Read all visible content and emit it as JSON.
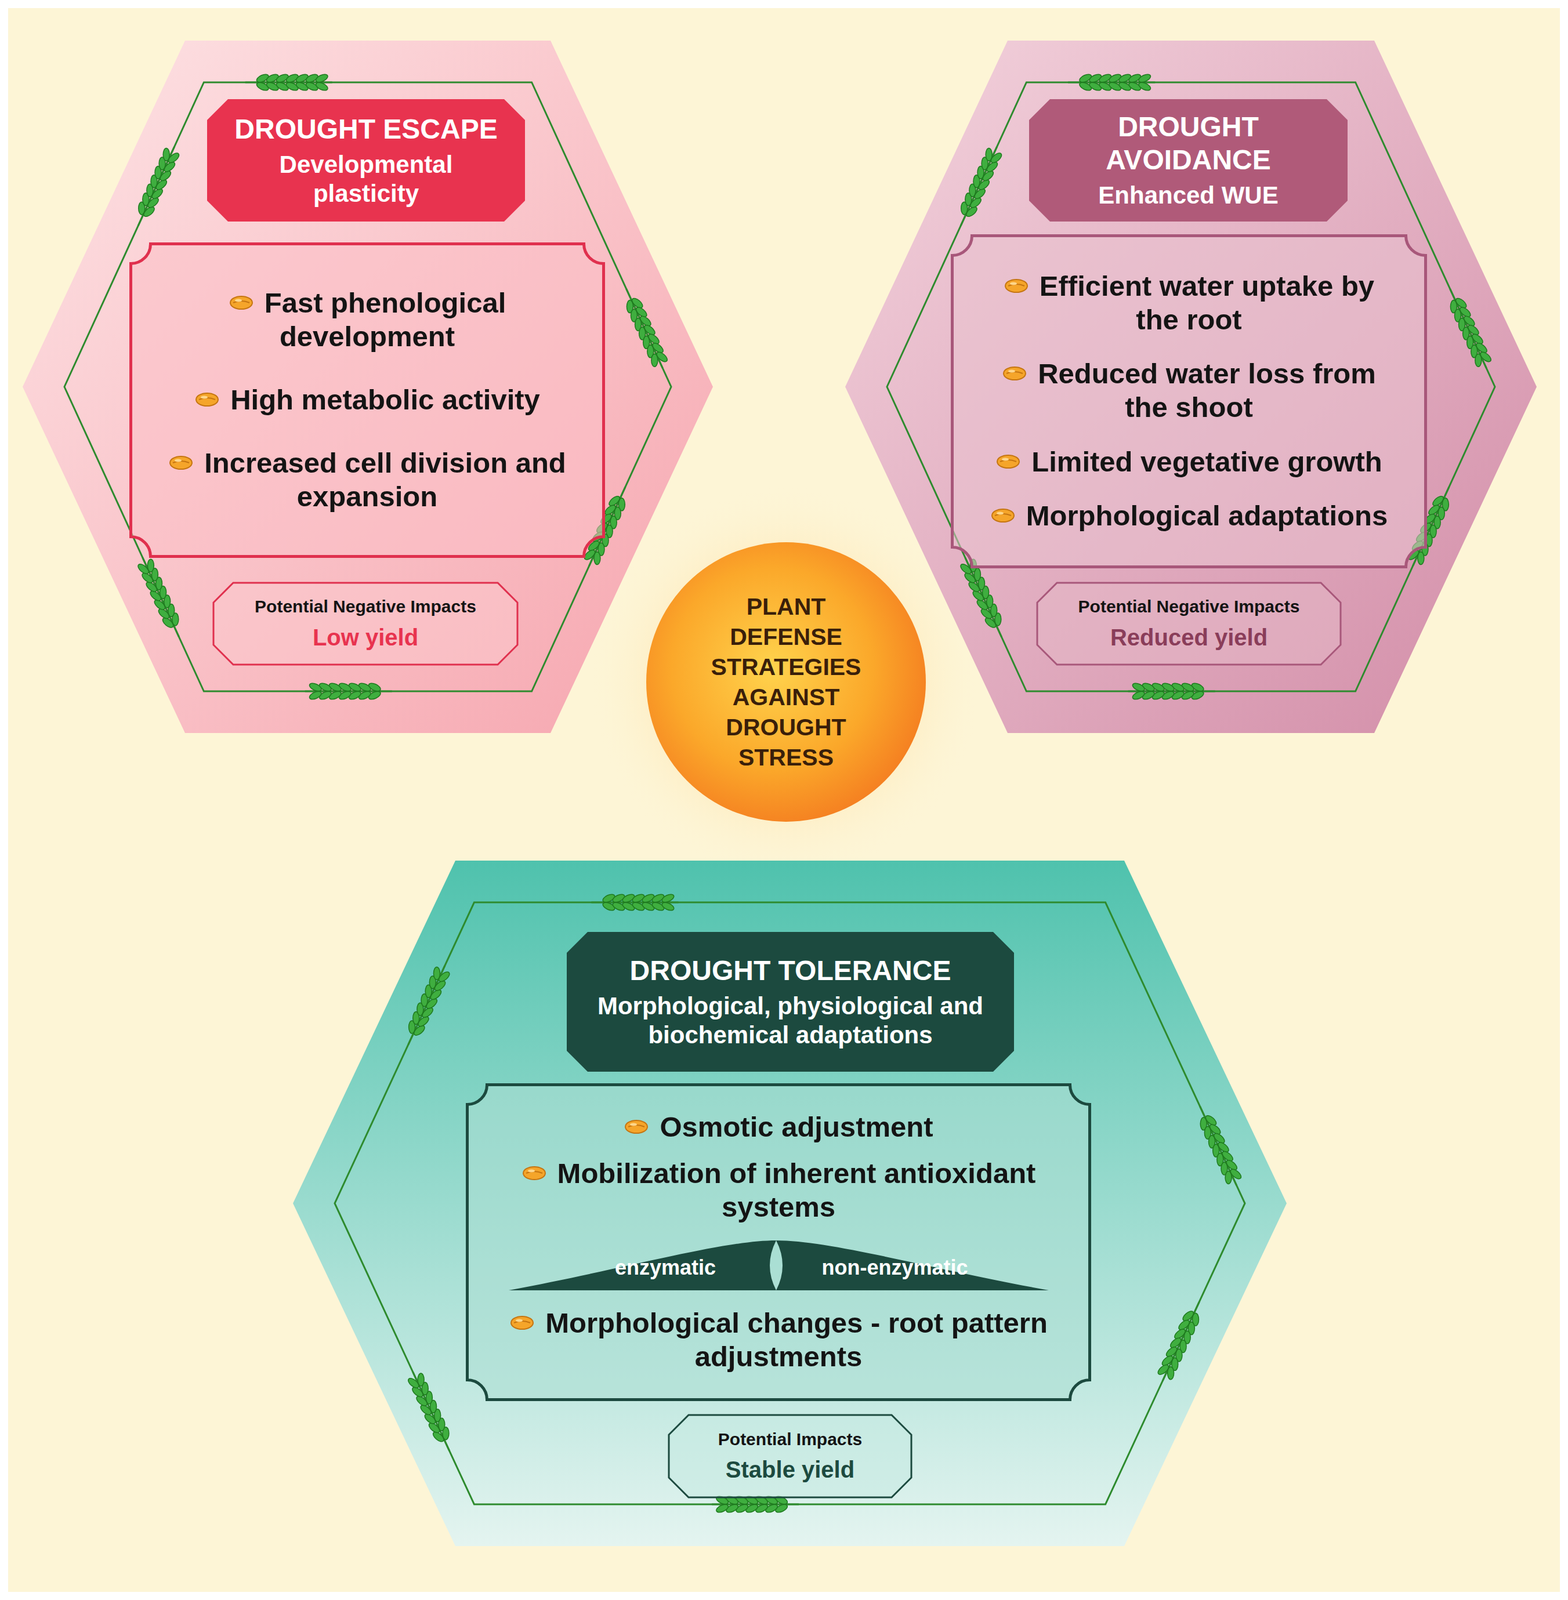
{
  "diagram": {
    "nodes": [
      {
        "text": []
      },
      {
        "text": [
          "DROUGHT ESCAPE",
          "Developmental plasticity"
        ],
        "in": 0
      },
      {
        "text": [
          "Fast phenological development",
          "High metabolic activity",
          "Increased cell division and expansion"
        ],
        "in": 0
      },
      {
        "text": [
          "Potential Negative Impacts",
          "Low yield"
        ],
        "in": 0
      },
      {
        "text": []
      },
      {
        "text": [
          "DROUGHT AVOIDANCE",
          "Enhanced WUE"
        ],
        "in": 4
      },
      {
        "text": [
          "Efficient water uptake by the root",
          "Reduced water loss from the shoot",
          "Limited vegetative growth",
          "Morphological adaptations"
        ],
        "in": 4
      },
      {
        "text": [
          "Potential Negative Impacts",
          "Reduced yield"
        ],
        "in": 4
      },
      {
        "text": [
          "PLANT DEFENSE STRATEGIES AGAINST DROUGHT STRESS"
        ]
      },
      {
        "text": []
      },
      {
        "text": [
          "DROUGHT TOLERANCE",
          "Morphological, physiological and biochemical adaptations"
        ],
        "in": 9
      },
      {
        "text": [
          "Osmotic adjustment",
          "Mobilization of inherent antioxidant systems",
          "Morphological changes - root pattern adjustments"
        ],
        "in": 9
      },
      {
        "text": [
          "enzymatic"
        ],
        "in": 11
      },
      {
        "text": [
          "non-enzymatic"
        ],
        "in": 11
      },
      {
        "text": [
          "Potential Impacts",
          "Stable yield"
        ],
        "in": 9
      }
    ]
  }
}
